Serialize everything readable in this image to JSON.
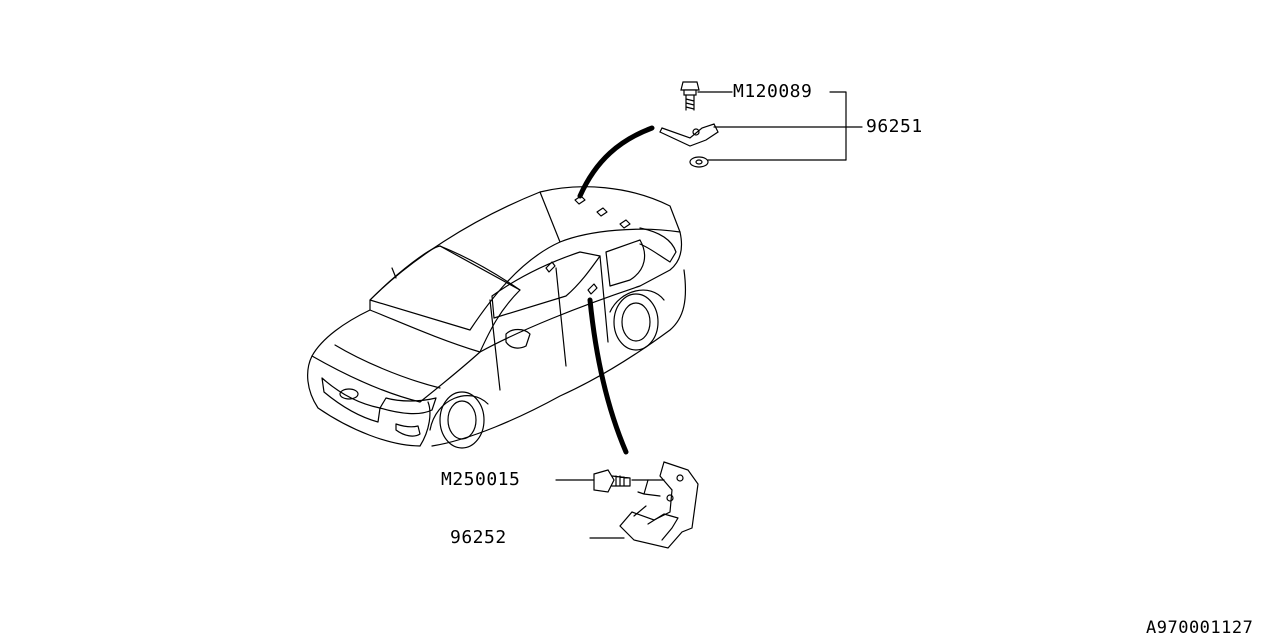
{
  "labels": {
    "bolt_top": "M120089",
    "bracket_top": "96251",
    "bolt_bottom": "M250015",
    "bracket_bottom": "96252",
    "diagram_id": "A970001127"
  }
}
